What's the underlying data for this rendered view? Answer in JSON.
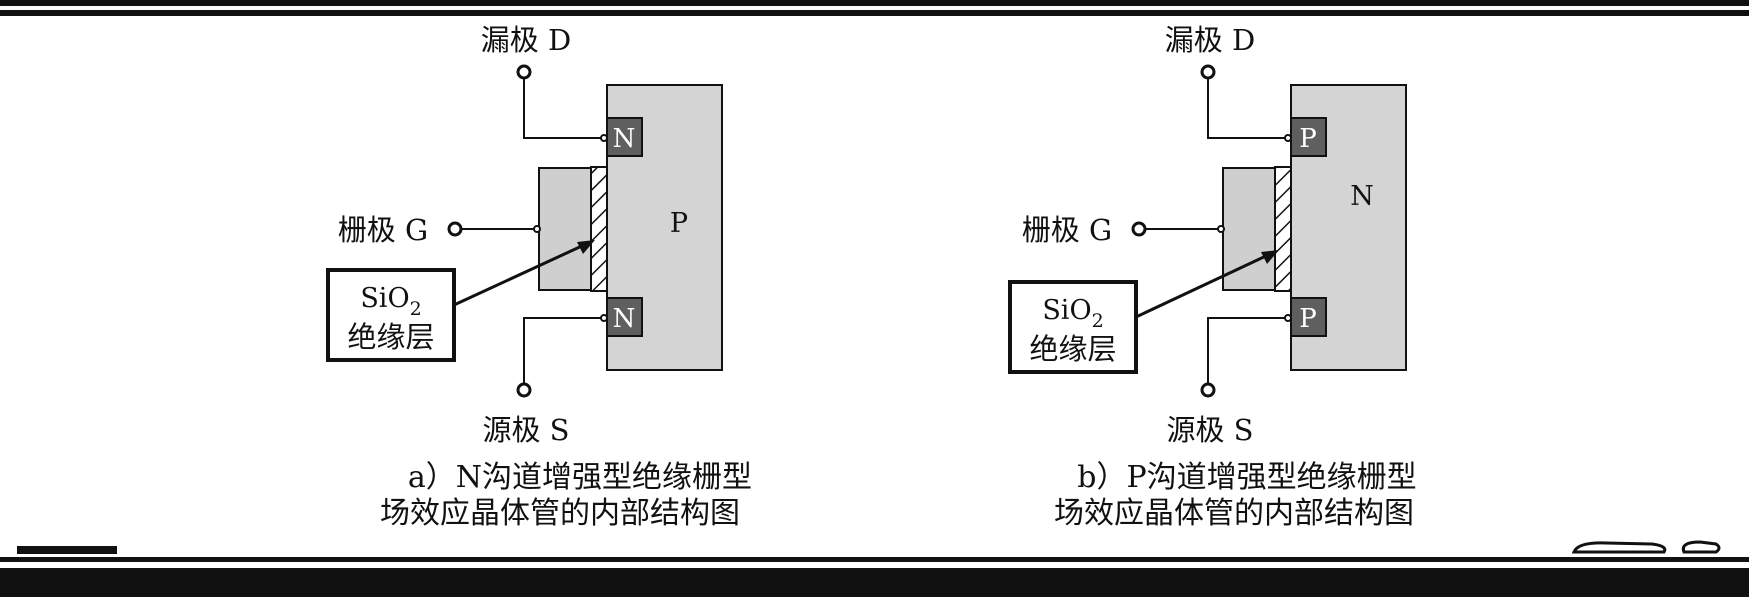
{
  "diagrams": [
    {
      "drain_label": "漏极 D",
      "gate_label": "栅极 G",
      "source_label": "源极 S",
      "substrate": "P",
      "drain_region": "N",
      "source_region": "N",
      "insulator_top": "SiO",
      "insulator_sub": "2",
      "insulator_bottom": "绝缘层",
      "caption_line1": "a）N沟道增强型绝缘栅型",
      "caption_line2": "场效应晶体管的内部结构图"
    },
    {
      "drain_label": "漏极 D",
      "gate_label": "栅极 G",
      "source_label": "源极 S",
      "substrate": "N",
      "drain_region": "P",
      "source_region": "P",
      "insulator_top": "SiO",
      "insulator_sub": "2",
      "insulator_bottom": "绝缘层",
      "caption_line1": "b）P沟道增强型绝缘栅型",
      "caption_line2": "场效应晶体管的内部结构图"
    }
  ],
  "colors": {
    "substrate_fill": "#d4d4d4",
    "region_fill": "#5f5f5f",
    "gate_fill": "#cfcfcf",
    "rule": "#111111"
  }
}
